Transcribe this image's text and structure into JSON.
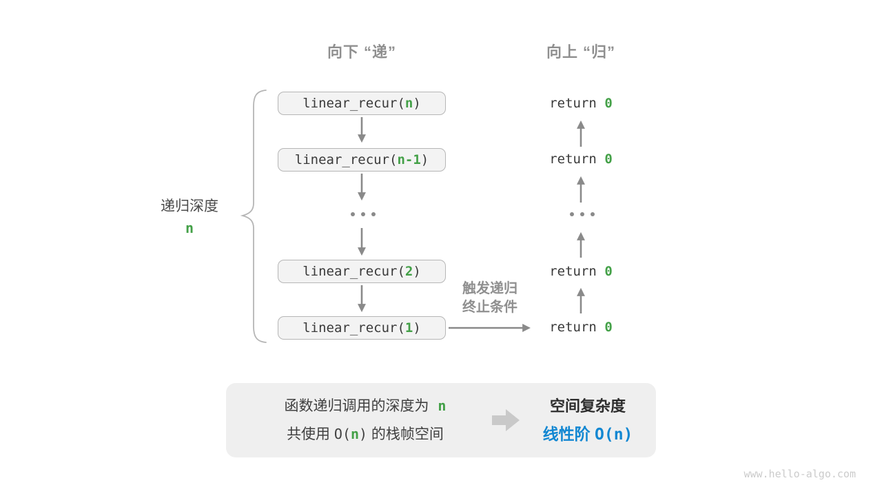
{
  "phase_headers": {
    "descend": "向下 “递”",
    "ascend": "向上 “归”"
  },
  "depth_label": {
    "text": "递归深度",
    "value": "n"
  },
  "call_boxes": [
    {
      "prefix": "linear_recur(",
      "arg": "n",
      "suffix": ")"
    },
    {
      "prefix": "linear_recur(",
      "arg": "n-1",
      "suffix": ")"
    },
    {
      "prefix": "linear_recur(",
      "arg": "2",
      "suffix": ")"
    },
    {
      "prefix": "linear_recur(",
      "arg": "1",
      "suffix": ")"
    }
  ],
  "ellipsis": "...",
  "return_labels": [
    {
      "keyword": "return ",
      "value": "0"
    },
    {
      "keyword": "return ",
      "value": "0"
    },
    {
      "keyword": "return ",
      "value": "0"
    },
    {
      "keyword": "return ",
      "value": "0"
    }
  ],
  "base_case_note": {
    "line1": "触发递归",
    "line2": "终止条件"
  },
  "summary": {
    "depth_line": {
      "text": "函数递归调用的深度为",
      "value": "n"
    },
    "space_line": {
      "pre": "共使用 ",
      "o_open": "O(",
      "arg": "n",
      "o_close": ")",
      "post": " 的栈帧空间"
    },
    "title": "空间复杂度",
    "result": {
      "label": "线性阶 ",
      "value": "O(n)"
    }
  },
  "watermark": "www.hello-algo.com",
  "colors": {
    "accent_green": "#43a047",
    "accent_blue": "#1287d2",
    "arrow_gray": "#8a8a8a",
    "box_fill": "#f3f3f3",
    "box_border": "#b6b6b6",
    "panel_fill": "#efefef",
    "muted_text": "#8f8f8f"
  }
}
